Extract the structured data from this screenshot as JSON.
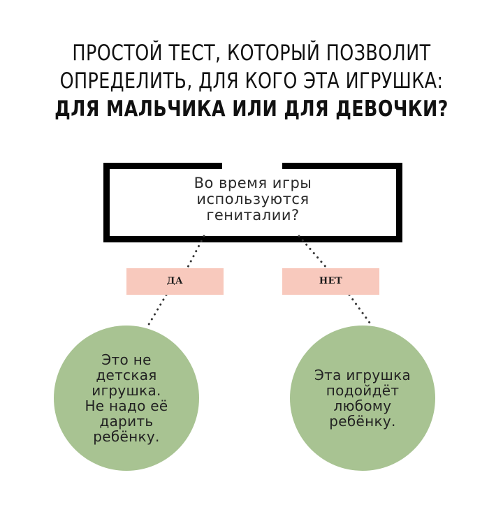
{
  "title": {
    "line1": "ПРОСТОЙ ТЕСТ, КОТОРЫЙ ПОЗВОЛИТ",
    "line2": "ОПРЕДЕЛИТЬ, ДЛЯ КОГО ЭТА ИГРУШКА:",
    "line3": "ДЛЯ МАЛЬЧИКА ИЛИ ДЛЯ ДЕВОЧКИ?"
  },
  "question": {
    "line1": "Во время игры",
    "line2": "используются",
    "line3": "гениталии?"
  },
  "answers": {
    "yes_label": "ДА",
    "no_label": "НЕТ"
  },
  "outcomes": {
    "yes": {
      "line1": "Это не",
      "line2": "детская",
      "line3": "игрушка.",
      "line4": "Не надо её",
      "line5": "дарить",
      "line6": "ребёнку."
    },
    "no": {
      "line1": "Эта игрушка",
      "line2": "подойдёт",
      "line3": "любому",
      "line4": "ребёнку."
    }
  },
  "colors": {
    "box_border": "#000000",
    "tag_fill": "#f8c9bd",
    "circle_fill": "#a8c392"
  }
}
